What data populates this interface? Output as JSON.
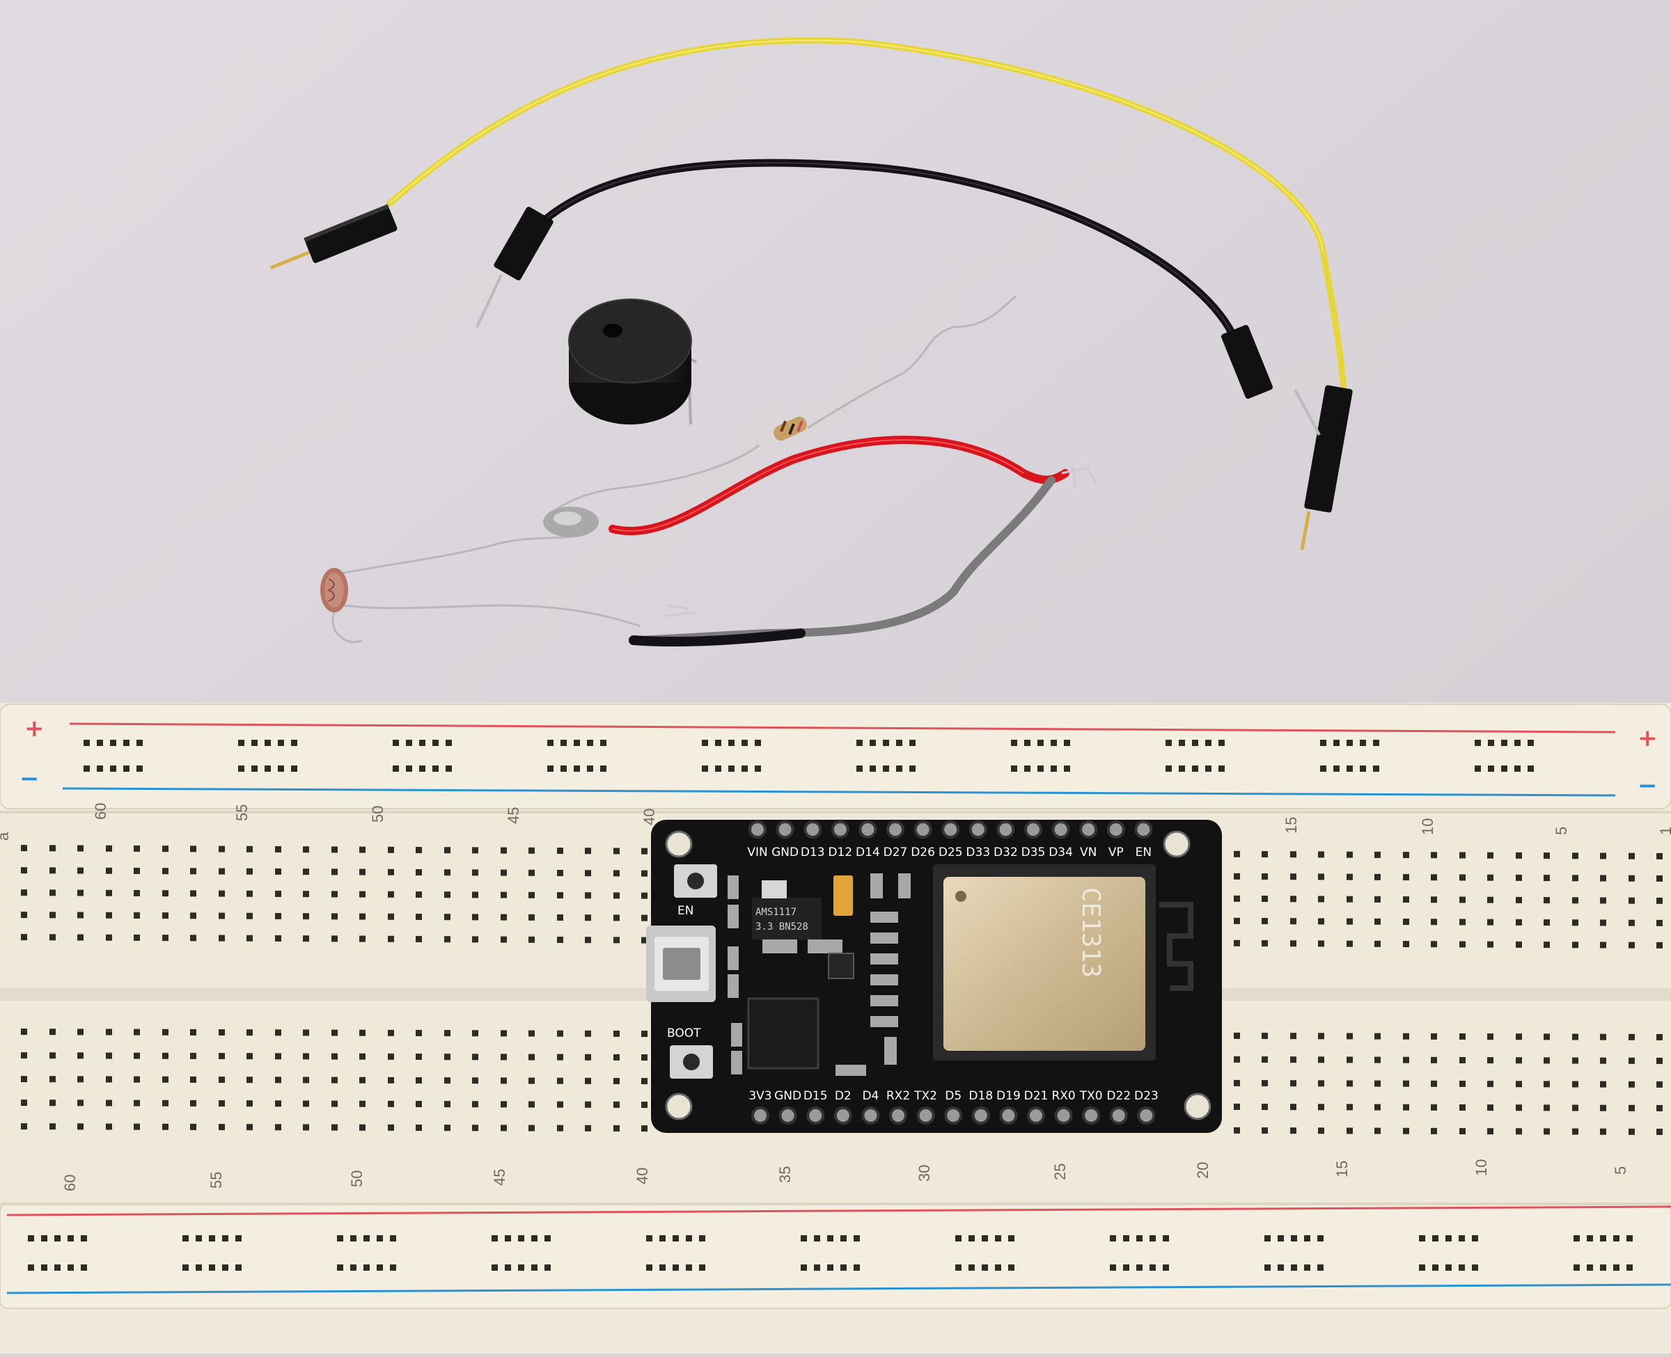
{
  "breadboard": {
    "rail_plus": "+",
    "rail_minus": "−",
    "numbers_top": [
      "60",
      "55",
      "50",
      "45",
      "40",
      "15",
      "10",
      "5",
      "1"
    ],
    "numbers_bottom": [
      "60",
      "55",
      "50",
      "45",
      "40",
      "35",
      "30",
      "25",
      "20",
      "15",
      "10",
      "5"
    ],
    "row_letter": "a"
  },
  "esp32": {
    "top_pins": [
      "VIN",
      "GND",
      "D13",
      "D12",
      "D14",
      "D27",
      "D26",
      "D25",
      "D33",
      "D32",
      "D35",
      "D34",
      "VN",
      "VP",
      "EN"
    ],
    "bottom_pins": [
      "3V3",
      "GND",
      "D15",
      "D2",
      "D4",
      "RX2",
      "TX2",
      "D5",
      "D18",
      "D19",
      "D21",
      "RX0",
      "TX0",
      "D22",
      "D23"
    ],
    "en_label": "EN",
    "boot_label": "BOOT",
    "regulator_line1": "AMS1117",
    "regulator_line2": "3.3 BN528",
    "module_mark": "CE1313"
  },
  "colors": {
    "background": "#d9d4d9",
    "breadboard": "#efeadb",
    "red_rail": "#e0525e",
    "blue_rail": "#2a92d2",
    "board": "#121212",
    "yellow_wire": "#e7d63a",
    "red_wire": "#d8141c",
    "black_wire": "#151217",
    "gray_wire": "#7b7b7b"
  }
}
